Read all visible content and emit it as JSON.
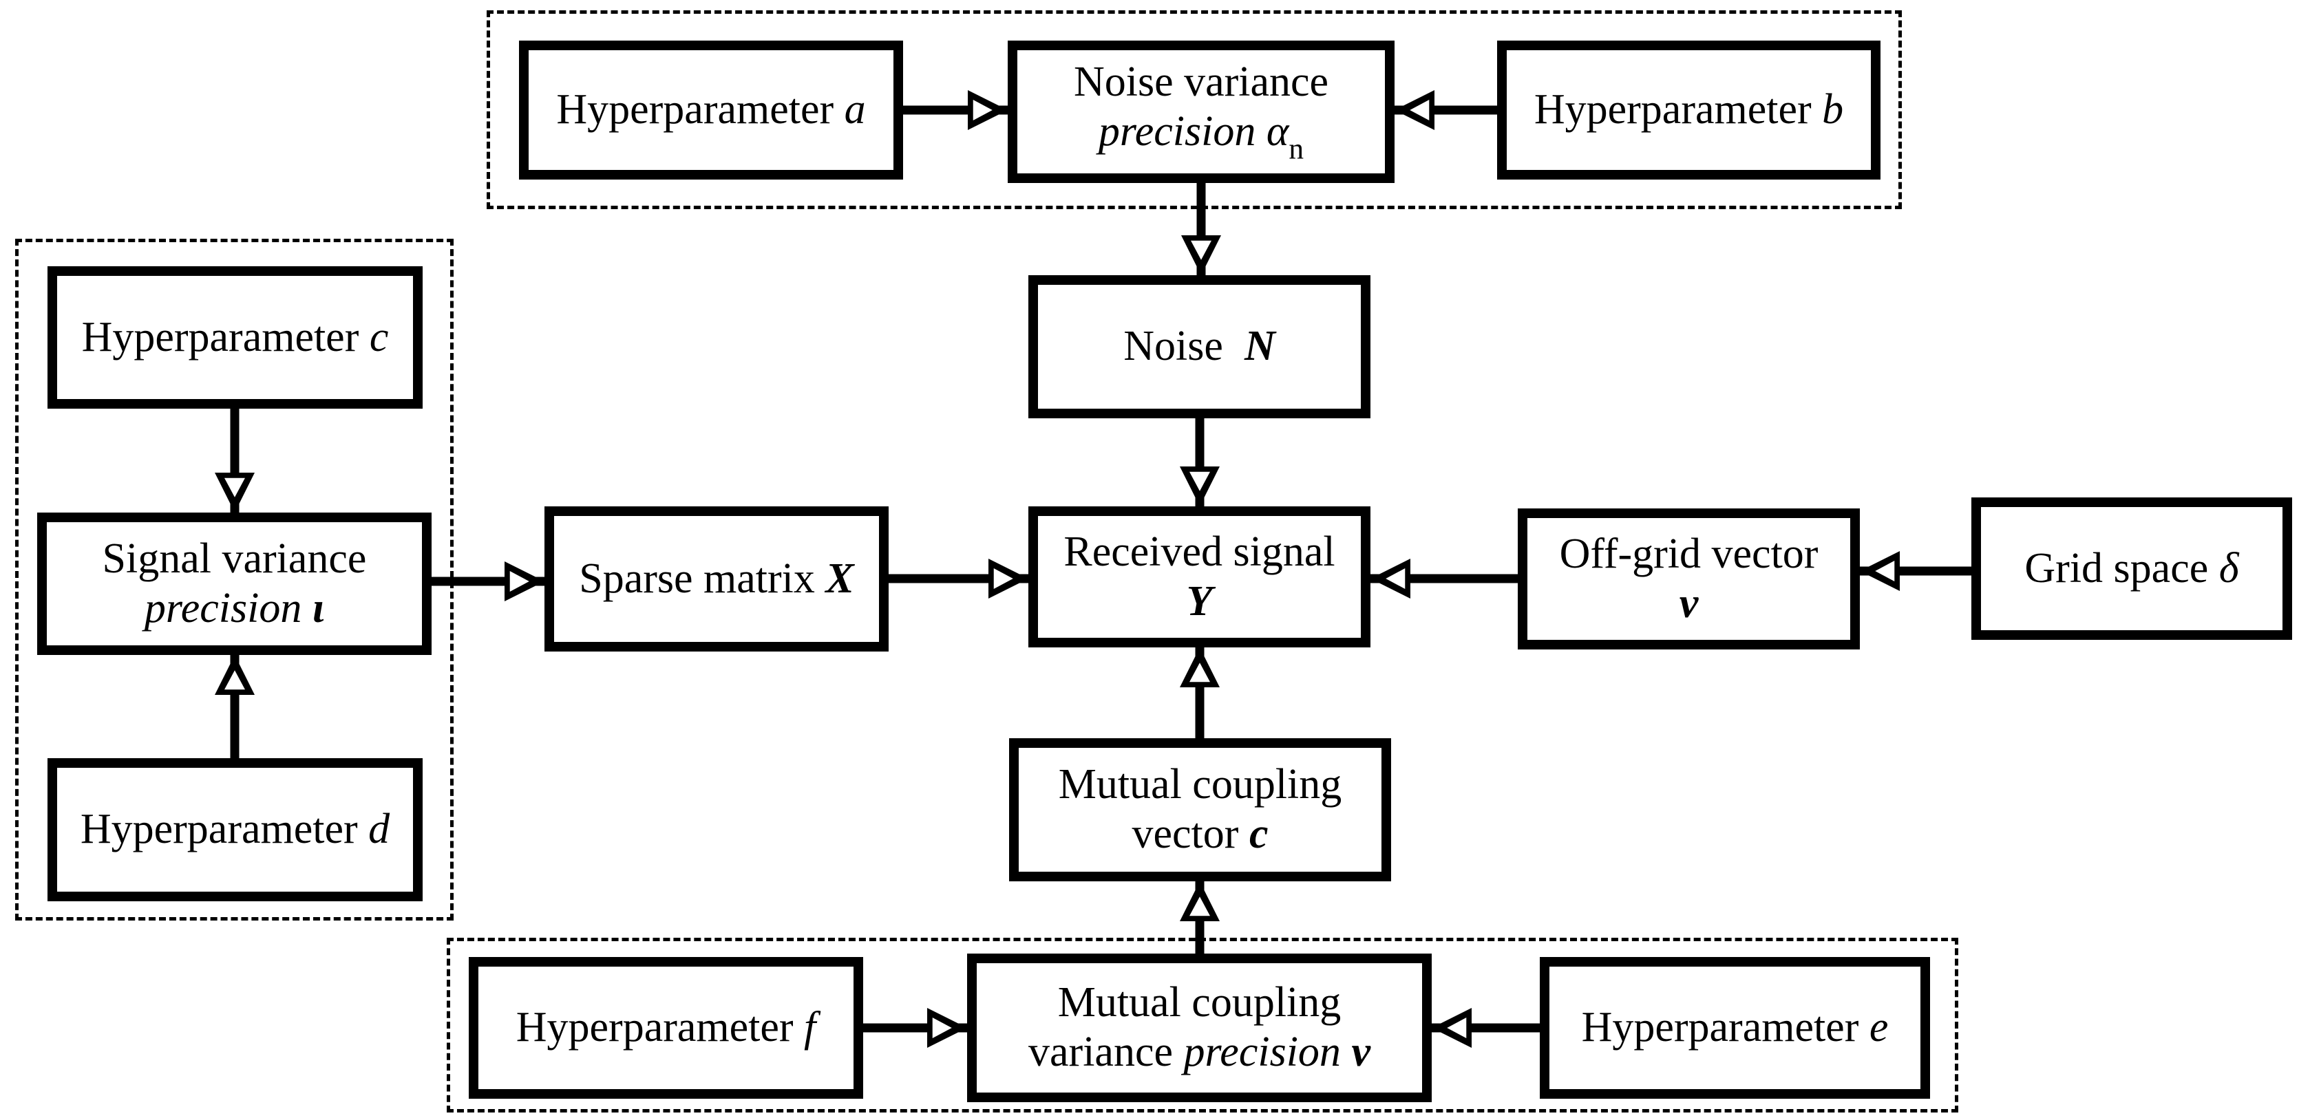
{
  "colors": {
    "ink": "#000000",
    "background": "#ffffff"
  },
  "groups": [
    {
      "id": "noise_hyper_group"
    },
    {
      "id": "signal_hyper_group"
    },
    {
      "id": "coupling_hyper_group"
    }
  ],
  "nodes": {
    "hyper_a": {
      "lines": [
        [
          {
            "t": "Hyperparameter ",
            "s": "n"
          },
          {
            "t": "a",
            "s": "i"
          }
        ]
      ]
    },
    "noise_var": {
      "lines": [
        [
          {
            "t": "Noise variance",
            "s": "n"
          }
        ],
        [
          {
            "t": "precision α",
            "s": "i"
          },
          {
            "t": "n",
            "s": "sub"
          }
        ]
      ]
    },
    "hyper_b": {
      "lines": [
        [
          {
            "t": "Hyperparameter ",
            "s": "n"
          },
          {
            "t": "b",
            "s": "i"
          }
        ]
      ]
    },
    "noise_n": {
      "lines": [
        [
          {
            "t": "Noise  ",
            "s": "n"
          },
          {
            "t": "N",
            "s": "bi"
          }
        ]
      ]
    },
    "received": {
      "lines": [
        [
          {
            "t": "Received signal",
            "s": "n"
          }
        ],
        [
          {
            "t": "Y",
            "s": "bi"
          }
        ]
      ]
    },
    "hyper_c": {
      "lines": [
        [
          {
            "t": "Hyperparameter ",
            "s": "n"
          },
          {
            "t": "c",
            "s": "i"
          }
        ]
      ]
    },
    "signal_var": {
      "lines": [
        [
          {
            "t": "Signal variance",
            "s": "n"
          }
        ],
        [
          {
            "t": "precision ",
            "s": "i"
          },
          {
            "t": "ι",
            "s": "bi"
          }
        ]
      ]
    },
    "hyper_d": {
      "lines": [
        [
          {
            "t": "Hyperparameter ",
            "s": "n"
          },
          {
            "t": "d",
            "s": "i"
          }
        ]
      ]
    },
    "sparse_x": {
      "lines": [
        [
          {
            "t": "Sparse matrix ",
            "s": "n"
          },
          {
            "t": "X",
            "s": "bi"
          }
        ]
      ]
    },
    "offgrid": {
      "lines": [
        [
          {
            "t": "Off-grid vector",
            "s": "n"
          }
        ],
        [
          {
            "t": "v",
            "s": "bi"
          }
        ]
      ]
    },
    "gridspace": {
      "lines": [
        [
          {
            "t": "Grid space ",
            "s": "n"
          },
          {
            "t": "δ",
            "s": "i"
          }
        ]
      ]
    },
    "coupling_vec": {
      "lines": [
        [
          {
            "t": "Mutual coupling",
            "s": "n"
          }
        ],
        [
          {
            "t": "vector ",
            "s": "n"
          },
          {
            "t": "c",
            "s": "bi"
          }
        ]
      ]
    },
    "hyper_f": {
      "lines": [
        [
          {
            "t": "Hyperparameter ",
            "s": "n"
          },
          {
            "t": "f",
            "s": "i"
          }
        ]
      ]
    },
    "coupling_var": {
      "lines": [
        [
          {
            "t": "Mutual coupling",
            "s": "n"
          }
        ],
        [
          {
            "t": "variance ",
            "s": "n"
          },
          {
            "t": "precision ",
            "s": "i"
          },
          {
            "t": "v",
            "s": "bi"
          }
        ]
      ]
    },
    "hyper_e": {
      "lines": [
        [
          {
            "t": "Hyperparameter ",
            "s": "n"
          },
          {
            "t": "e",
            "s": "i"
          }
        ]
      ]
    }
  },
  "edges": [
    {
      "from": "hyper_a",
      "to": "noise_var"
    },
    {
      "from": "hyper_b",
      "to": "noise_var"
    },
    {
      "from": "noise_var",
      "to": "noise_n"
    },
    {
      "from": "noise_n",
      "to": "received"
    },
    {
      "from": "hyper_c",
      "to": "signal_var"
    },
    {
      "from": "hyper_d",
      "to": "signal_var"
    },
    {
      "from": "signal_var",
      "to": "sparse_x"
    },
    {
      "from": "sparse_x",
      "to": "received"
    },
    {
      "from": "offgrid",
      "to": "received"
    },
    {
      "from": "gridspace",
      "to": "offgrid"
    },
    {
      "from": "coupling_vec",
      "to": "received"
    },
    {
      "from": "coupling_var",
      "to": "coupling_vec"
    },
    {
      "from": "hyper_f",
      "to": "coupling_var"
    },
    {
      "from": "hyper_e",
      "to": "coupling_var"
    }
  ]
}
